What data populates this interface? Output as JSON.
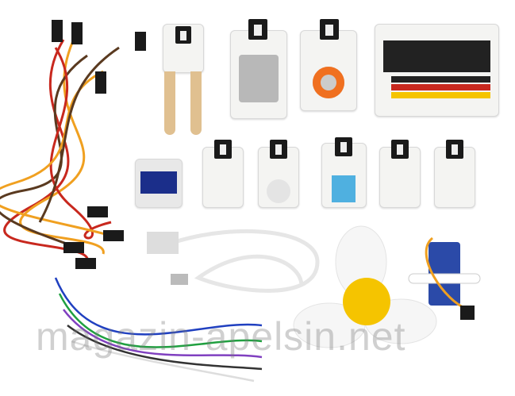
{
  "watermark": "magazin-apelsin.net",
  "colors": {
    "board": "#f4f4f2",
    "connector": "#1a1a1a",
    "wire_red": "#c8281e",
    "wire_orange": "#f0a020",
    "wire_brown": "#5a3a20",
    "usb_cable": "#f2f2f2",
    "fan": "#f6f6f6",
    "fan_hub": "#f5c400",
    "servo": "#2b4aa8",
    "oled": "#1b2e8a",
    "dht": "#4fb0e0",
    "probe": "#e0c090"
  },
  "items": [
    "jumper-wires",
    "soil-moisture-sensor",
    "motor-module",
    "buzzer-module",
    "expansion-board",
    "oled-display",
    "led-module",
    "light-sensor",
    "dht11-sensor",
    "button-module",
    "ic-sensor",
    "usb-cable",
    "fan-propeller",
    "servo-motor",
    "dupont-wires"
  ]
}
